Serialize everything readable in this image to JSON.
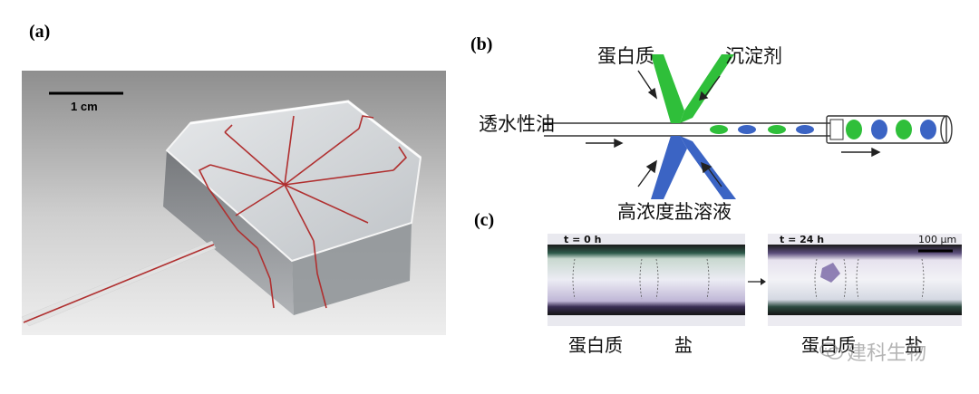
{
  "panels": {
    "a": {
      "label": "(a)",
      "scale_bar_text": "1 cm"
    },
    "b": {
      "label": "(b)",
      "protein_inlet": "蛋白质",
      "precipitant_inlet": "沉淀剂",
      "oil_inlet": "透水性油",
      "salt_inlet": "高浓度盐溶液",
      "droplet_colors": [
        "#2fbf3a",
        "#3b64c4"
      ]
    },
    "c": {
      "label": "(c)",
      "time_left": "t = 0 h",
      "time_right": "t = 24 h",
      "scale_text": "100 μm",
      "left_protein": "蛋白质",
      "left_salt": "盐",
      "right_protein": "蛋白质",
      "right_salt": "盐"
    }
  },
  "watermark": {
    "icon": "wechat-icon",
    "text": "建科生物"
  },
  "colors": {
    "green_channel": "#2fbf3a",
    "blue_channel": "#3b64c4",
    "red_channel": "#b03030"
  }
}
